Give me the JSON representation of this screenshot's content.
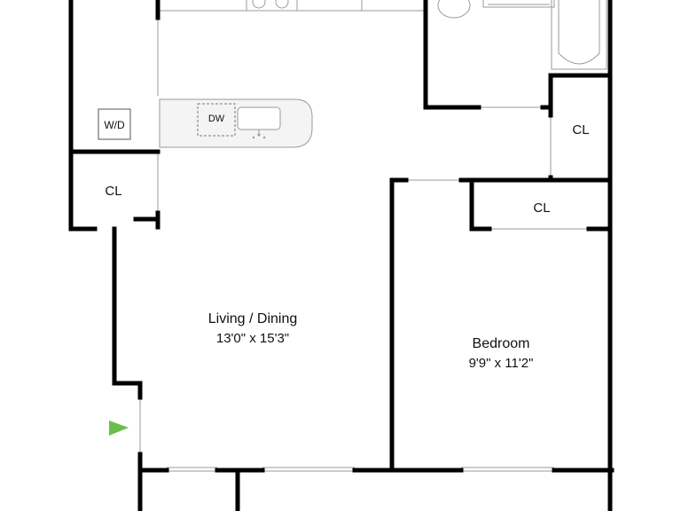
{
  "rooms": {
    "living": {
      "name": "Living / Dining",
      "dims": "13'0\" x 15'3\""
    },
    "bedroom": {
      "name": "Bedroom",
      "dims": "9'9\" x 11'2\""
    }
  },
  "closets": {
    "left": "CL",
    "bath_side": "CL",
    "bedroom": "CL"
  },
  "appliances": {
    "washer_dryer": "W/D",
    "dishwasher": "DW"
  },
  "colors": {
    "wall": "#000000",
    "thin_line": "#9a9a9a",
    "entry_marker": "#6abf4b"
  },
  "icons": {
    "entry": "entry-arrow-icon"
  }
}
